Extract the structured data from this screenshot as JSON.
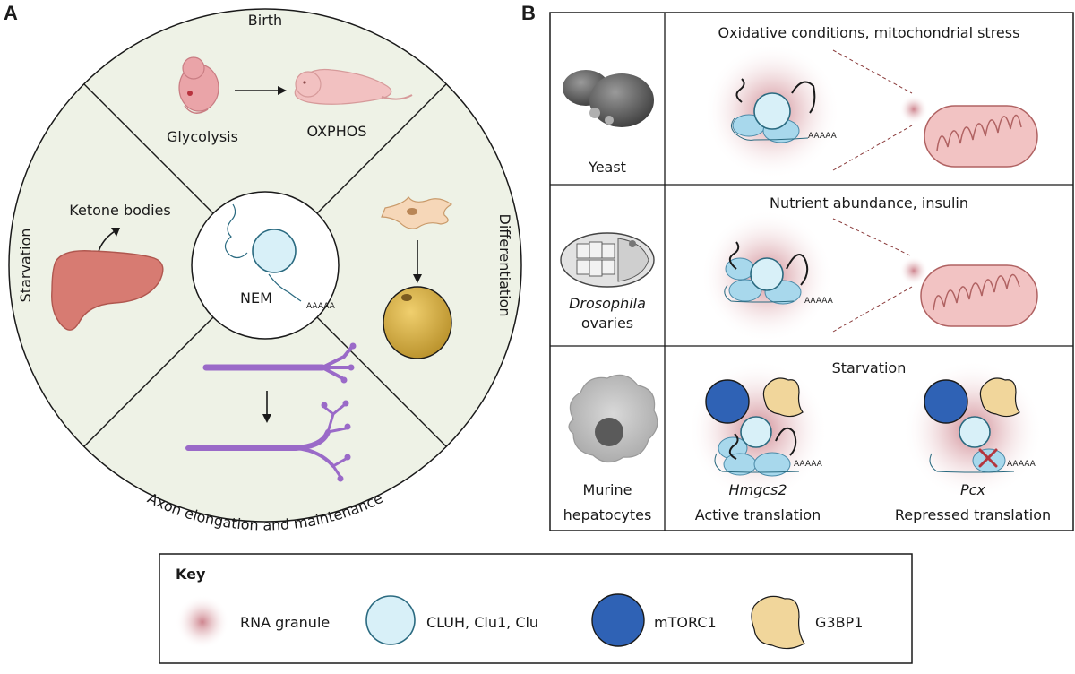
{
  "panel_a": {
    "letter": "A",
    "center_label": "NEM",
    "quadrants": {
      "top": {
        "title": "Birth",
        "left_label": "Glycolysis",
        "right_label": "OXPHOS"
      },
      "left": {
        "title": "Starvation",
        "label": "Ketone bodies"
      },
      "right": {
        "title": "Differentiation"
      },
      "bottom": {
        "title": "Axon elongation and maintenance"
      }
    }
  },
  "panel_b": {
    "letter": "B",
    "rows": [
      {
        "organism": "Yeast",
        "condition": "Oxidative conditions, mitochondrial stress",
        "polyA": "AAAAA"
      },
      {
        "organism_italic": "Drosophila",
        "organism_rest": "ovaries",
        "condition": "Nutrient abundance, insulin",
        "polyA": "AAAAA"
      },
      {
        "organism_line1": "Murine",
        "organism_line2": "hepatocytes",
        "condition": "Starvation",
        "left_gene": "Hmgcs2",
        "left_caption": "Active translation",
        "right_gene": "Pcx",
        "right_caption": "Repressed translation",
        "polyA": "AAAAA"
      }
    ]
  },
  "key": {
    "title": "Key",
    "items": [
      {
        "label": "RNA granule"
      },
      {
        "label": "CLUH, Clu1, Clu"
      },
      {
        "label": "mTORC1"
      },
      {
        "label": "G3BP1"
      }
    ]
  },
  "colors": {
    "granule": "#c9868d",
    "cluh": "#d8f0f8",
    "cluh_stroke": "#2a6a80",
    "mtorc1": "#2f62b5",
    "g3bp1": "#f1d69b",
    "ribosome": "#a8d8ec",
    "sector_bg": "#eef2e6",
    "mito": "#f2c3c3",
    "liver": "#d77b72",
    "neuron": "#9a6ac8"
  }
}
